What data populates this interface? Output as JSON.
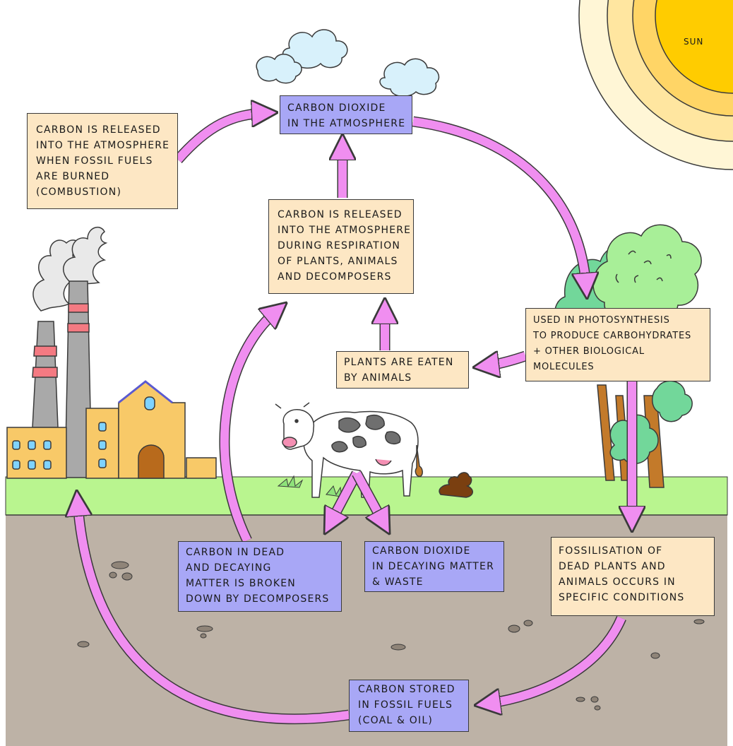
{
  "sun_label": "SUN",
  "boxes": {
    "atmosphere": {
      "lines": [
        "CARBON DIOXIDE",
        "IN THE ATMOSPHERE"
      ]
    },
    "combustion": {
      "lines": [
        "CARBON IS RELEASED",
        "INTO THE ATMOSPHERE",
        "WHEN FOSSIL FUELS",
        "ARE BURNED",
        "(COMBUSTION)"
      ]
    },
    "respiration": {
      "lines": [
        "CARBON IS RELEASED",
        "INTO THE ATMOSPHERE",
        "DURING RESPIRATION",
        "OF PLANTS, ANIMALS",
        "AND DECOMPOSERS"
      ]
    },
    "photosynthesis": {
      "lines": [
        "USED IN PHOTOSYNTHESIS",
        "TO PRODUCE CARBOHYDRATES",
        "+ OTHER BIOLOGICAL",
        "MOLECULES"
      ]
    },
    "eaten": {
      "lines": [
        "PLANTS ARE EATEN",
        "BY ANIMALS"
      ]
    },
    "decomposers": {
      "lines": [
        "CARBON IN DEAD",
        "AND DECAYING",
        "MATTER IS BROKEN",
        "DOWN BY DECOMPOSERS"
      ]
    },
    "decaying": {
      "lines": [
        "CARBON DIOXIDE",
        "IN DECAYING MATTER",
        "& WASTE"
      ]
    },
    "fossilisation": {
      "lines": [
        "FOSSILISATION OF",
        "DEAD PLANTS AND",
        "ANIMALS OCCURS IN",
        "SPECIFIC CONDITIONS"
      ]
    },
    "fossil_fuels": {
      "lines": [
        "CARBON STORED",
        "IN FOSSIL FUELS",
        "(COAL & OIL)"
      ]
    }
  },
  "colors": {
    "arrow": "#f08ef0",
    "box_peach": "#fde7c4",
    "box_blue": "#a8a7f6",
    "grass": "#b9f58f",
    "soil": "#bdb2a6",
    "sun_core": "#ffcc00"
  }
}
